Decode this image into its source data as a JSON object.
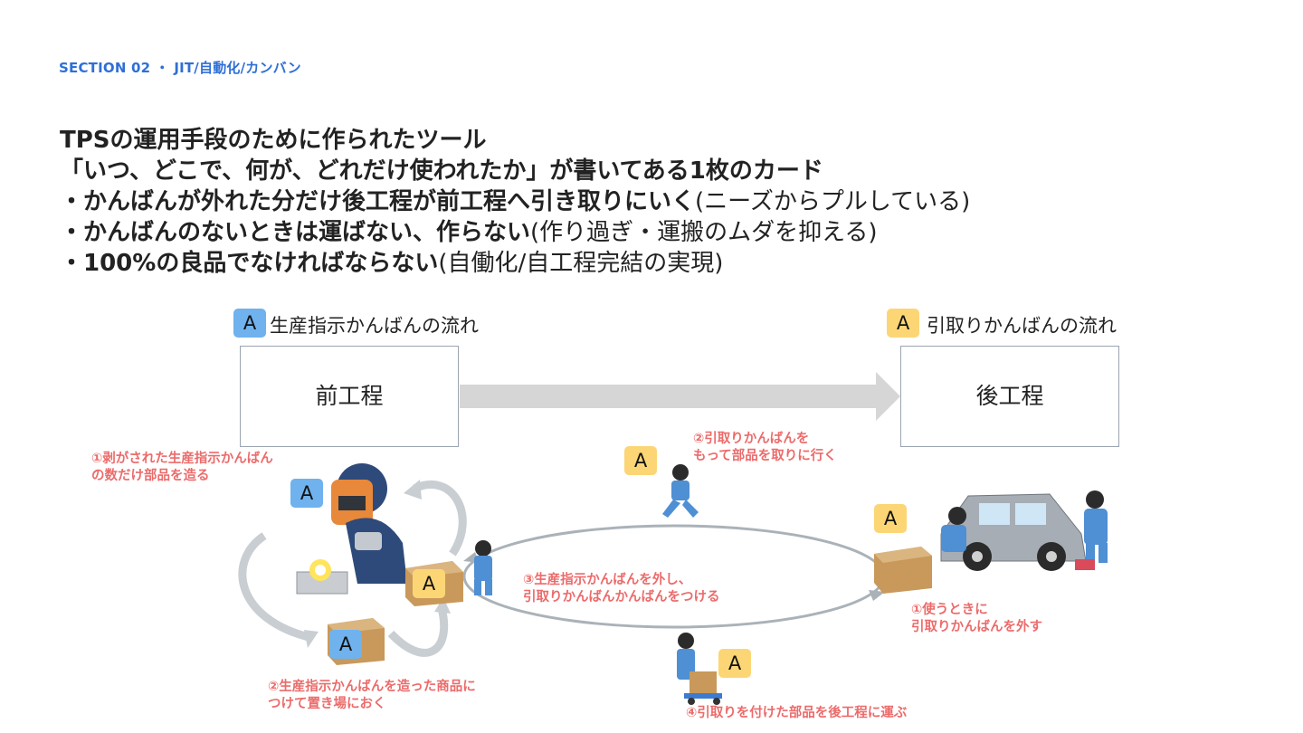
{
  "header": {
    "section": "SECTION 02 ・ JIT/自動化/カンバン"
  },
  "lines": [
    {
      "bold": "TPSの運用手段のために作られたツール",
      "normal": ""
    },
    {
      "bold": "「いつ、どこで、何が、どれだけ使われたか」が書いてある1枚のカード",
      "normal": ""
    },
    {
      "bold": "・かんばんが外れた分だけ後工程が前工程へ引き取りにいく",
      "normal": "(ニーズからプルしている)"
    },
    {
      "bold": "・かんばんのないときは運ばない、作らない",
      "normal": "(作り過ぎ・運搬のムダを抑える)"
    },
    {
      "bold": "・100%の良品でなければならない",
      "normal": "(自働化/自工程完結の実現)"
    }
  ],
  "legend": {
    "production": {
      "tag": "A",
      "label": "生産指示かんばんの流れ",
      "color": "#6fb2ee"
    },
    "withdrawal": {
      "tag": "A",
      "label": "引取りかんばんの流れ",
      "color": "#fcd675"
    }
  },
  "process": {
    "upstream": "前工程",
    "downstream": "後工程"
  },
  "tags": {
    "a": "A"
  },
  "notes": {
    "n1a": "①剥がされた生産指示かんばん",
    "n1b": "の数だけ部品を造る",
    "n2a": "②生産指示かんばんを造った商品に",
    "n2b": "つけて置き場におく",
    "n3a": "③生産指示かんばんを外し、",
    "n3b": "引取りかんばんかんばんをつける",
    "r2a": "②引取りかんばんを",
    "r2b": "もって部品を取りに行く",
    "r1a": "①使うときに",
    "r1b": "引取りかんばんを外す",
    "r4": "④引取りを付けた部品を後工程に運ぶ"
  },
  "colors": {
    "accent": "#2f6fd6",
    "note": "#ec6b6b",
    "arrow": "#d6d6d6"
  }
}
